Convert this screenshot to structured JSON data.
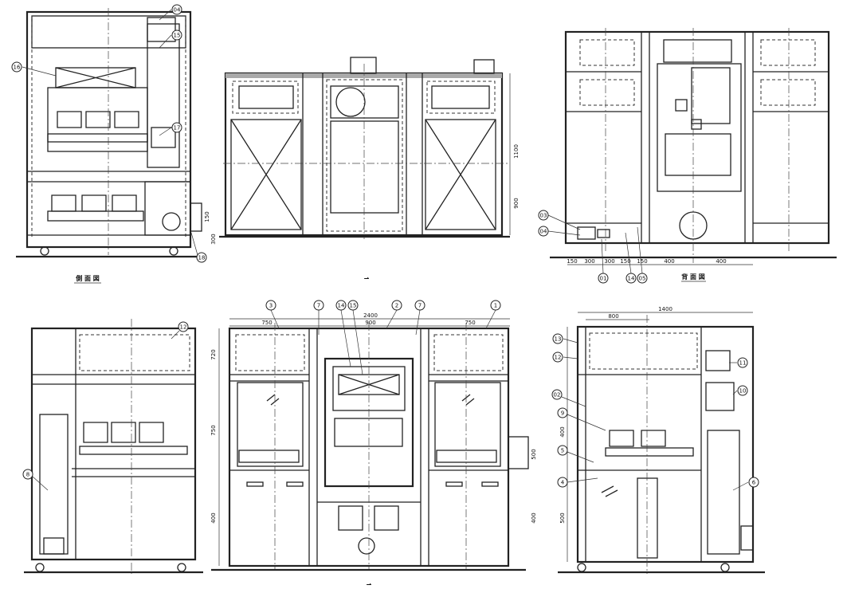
{
  "views": {
    "side_view": {
      "caption": "側 面 図",
      "callouts": [
        "16",
        "04",
        "15",
        "17",
        "18"
      ],
      "dims": [
        "150",
        "300"
      ]
    },
    "front_top_view": {
      "caption": "⇀",
      "dims": [
        "1100",
        "900"
      ]
    },
    "back_view": {
      "caption": "背 面 図",
      "callouts": [
        "03",
        "04",
        "01",
        "14",
        "05"
      ],
      "dims": [
        "150",
        "300",
        "300",
        "150",
        "150",
        "400",
        "400"
      ]
    },
    "left_elevation": {
      "callouts": [
        "12",
        "8"
      ]
    },
    "front_elevation": {
      "caption": "⇀",
      "callouts": [
        "3",
        "7",
        "14",
        "15",
        "2",
        "7",
        "1"
      ],
      "dims": [
        "2400",
        "750",
        "900",
        "750",
        "720",
        "750",
        "400",
        "400",
        "500"
      ]
    },
    "right_elevation": {
      "callouts": [
        "13",
        "12",
        "11",
        "10",
        "02",
        "9",
        "5",
        "4",
        "6"
      ],
      "dims": [
        "1400",
        "800",
        "400",
        "500"
      ]
    }
  }
}
